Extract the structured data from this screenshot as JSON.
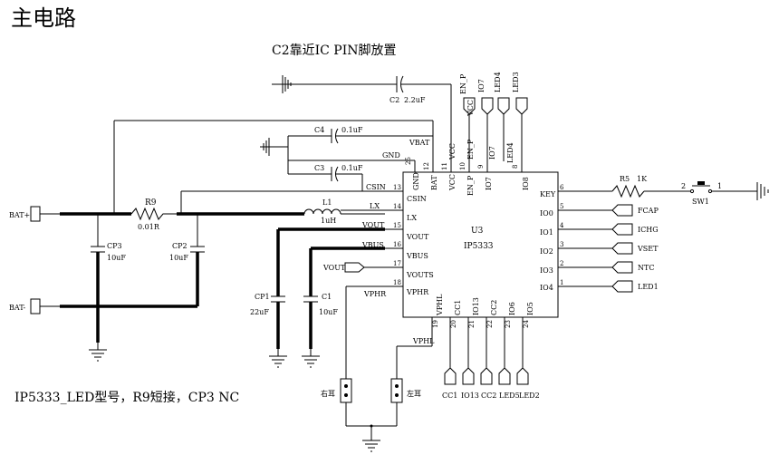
{
  "title": "主电路",
  "note_top": "C2靠近IC PIN脚放置",
  "note_bottom": "IP5333_LED型号，R9短接，CP3 NC",
  "ic": {
    "name": "U3",
    "part": "IP5333",
    "top_pins": [
      {
        "num": "25",
        "name": "GND"
      },
      {
        "num": "12",
        "name": "BAT"
      },
      {
        "num": "11",
        "name": "VCC"
      },
      {
        "num": "10",
        "name": "EN_P"
      },
      {
        "num": "9",
        "name": "IO7"
      },
      {
        "num": "8",
        "name": "IO8"
      }
    ],
    "left_pins": [
      {
        "num": "13",
        "name": "CSIN"
      },
      {
        "num": "14",
        "name": "LX"
      },
      {
        "num": "15",
        "name": "VOUT"
      },
      {
        "num": "16",
        "name": "VBUS"
      },
      {
        "num": "17",
        "name": "VOUTS"
      },
      {
        "num": "18",
        "name": "VPHR"
      }
    ],
    "right_pins": [
      {
        "num": "6",
        "name": "KEY"
      },
      {
        "num": "5",
        "name": "IO0"
      },
      {
        "num": "4",
        "name": "IO1"
      },
      {
        "num": "3",
        "name": "IO2"
      },
      {
        "num": "2",
        "name": "IO3"
      },
      {
        "num": "1",
        "name": "IO4"
      }
    ],
    "bottom_pins": [
      {
        "num": "19",
        "name": "VPHL"
      },
      {
        "num": "20",
        "name": "CC1"
      },
      {
        "num": "21",
        "name": "IO13"
      },
      {
        "num": "22",
        "name": "CC2"
      },
      {
        "num": "23",
        "name": "IO6"
      },
      {
        "num": "24",
        "name": "IO5"
      }
    ]
  },
  "top_net_labels": [
    "EN_P",
    "IO7",
    "LED4",
    "LED3"
  ],
  "top_wire_labels": {
    "vcc": "VCC",
    "en_p": "EN_P",
    "io7": "IO7",
    "led4": "LED4"
  },
  "right_net_labels": [
    "FCAP",
    "ICHG",
    "VSET",
    "NTC",
    "LED1"
  ],
  "bottom_net_labels": [
    "CC1",
    "IO13",
    "CC2",
    "LED5",
    "LED2"
  ],
  "components": {
    "c2": {
      "ref": "C2",
      "value": "2.2uF"
    },
    "c4": {
      "ref": "C4",
      "value": "0.1uF"
    },
    "c3": {
      "ref": "C3",
      "value": "0.1uF"
    },
    "r9": {
      "ref": "R9",
      "value": "0.01R"
    },
    "l1": {
      "ref": "L1",
      "value": "1uH"
    },
    "cp3": {
      "ref": "CP3",
      "value": "10uF"
    },
    "cp2": {
      "ref": "CP2",
      "value": "10uF"
    },
    "cp1": {
      "ref": "CP1",
      "value": "22uF"
    },
    "c1": {
      "ref": "C1",
      "value": "10uF"
    },
    "r5": {
      "ref": "R5",
      "value": "1K"
    },
    "sw1": {
      "ref": "SW1",
      "pin2": "2",
      "pin1": "1"
    }
  },
  "nets": {
    "vbat": "VBAT",
    "gnd": "GND",
    "csin": "CSIN",
    "lx": "LX",
    "vout": "VOUT",
    "vbus": "VBUS",
    "vphr": "VPHR",
    "vphl": "VPHL",
    "vout_port": "VOUT"
  },
  "connectors": {
    "bat_plus": "BAT+",
    "bat_minus": "BAT-",
    "right_ear": "右耳",
    "left_ear": "左耳"
  }
}
